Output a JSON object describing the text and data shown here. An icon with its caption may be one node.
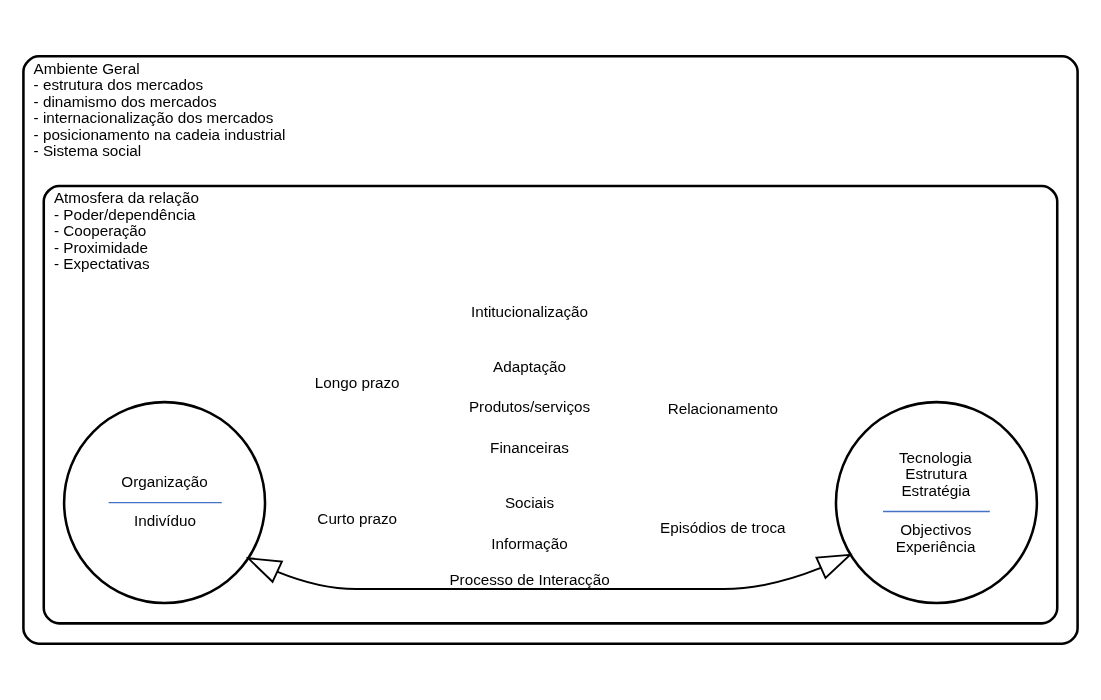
{
  "diagram": {
    "nodes": [
      {
        "text": [
          "Ambiente Geral",
          "- estrutura dos mercados",
          "- dinamismo dos mercados",
          "- internacionalização dos mercados",
          "- posicionamento na cadeia industrial",
          "- Sistema social"
        ]
      },
      {
        "text": [
          "Atmosfera da relação",
          "- Poder/dependência",
          "- Cooperação",
          "- Proximidade",
          "- Expectativas"
        ],
        "in": 0
      },
      {
        "text": [
          "Organização",
          "Indivíduo"
        ],
        "in": 1
      },
      {
        "text": [
          "Tecnologia Estrutura Estratégia",
          "Objectivos Experiência"
        ],
        "in": 1
      }
    ],
    "edges": [
      {
        "from": 2,
        "to": 3,
        "arrow": "both",
        "label": "Processo de Interacção"
      }
    ],
    "labels": [
      "Curto prazo",
      "Produtos/serviços",
      "Informação",
      "Financeiras",
      "Sociais",
      "Episódios de troca",
      "Longo prazo",
      "Intitucionalização",
      "Adaptação",
      "Relacionamento"
    ]
  }
}
